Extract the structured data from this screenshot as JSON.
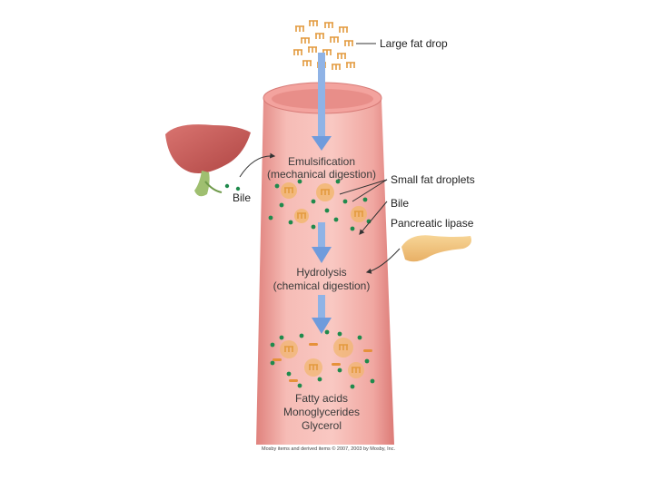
{
  "labels": {
    "large_fat_drop": "Large fat drop",
    "bile_left": "Bile",
    "small_fat_droplets": "Small fat droplets",
    "bile_right": "Bile",
    "pancreatic_lipase": "Pancreatic lipase"
  },
  "steps": {
    "emulsification_1": "Emulsification",
    "emulsification_2": "(mechanical digestion)",
    "hydrolysis_1": "Hydrolysis",
    "hydrolysis_2": "(chemical digestion)",
    "products_1": "Fatty acids",
    "products_2": "Monoglycerides",
    "products_3": "Glycerol"
  },
  "credit": "Mosby items and derived items © 2007, 2003 by Mosby, Inc.",
  "colors": {
    "tube": "#f0a5a0",
    "tube_shade": "#e07f7c",
    "fat": "#e8a24a",
    "bile_dot": "#1f8a4c",
    "arrow": "#7fa8e0",
    "liver": "#c85a58",
    "pancreas": "#f2c37a"
  }
}
